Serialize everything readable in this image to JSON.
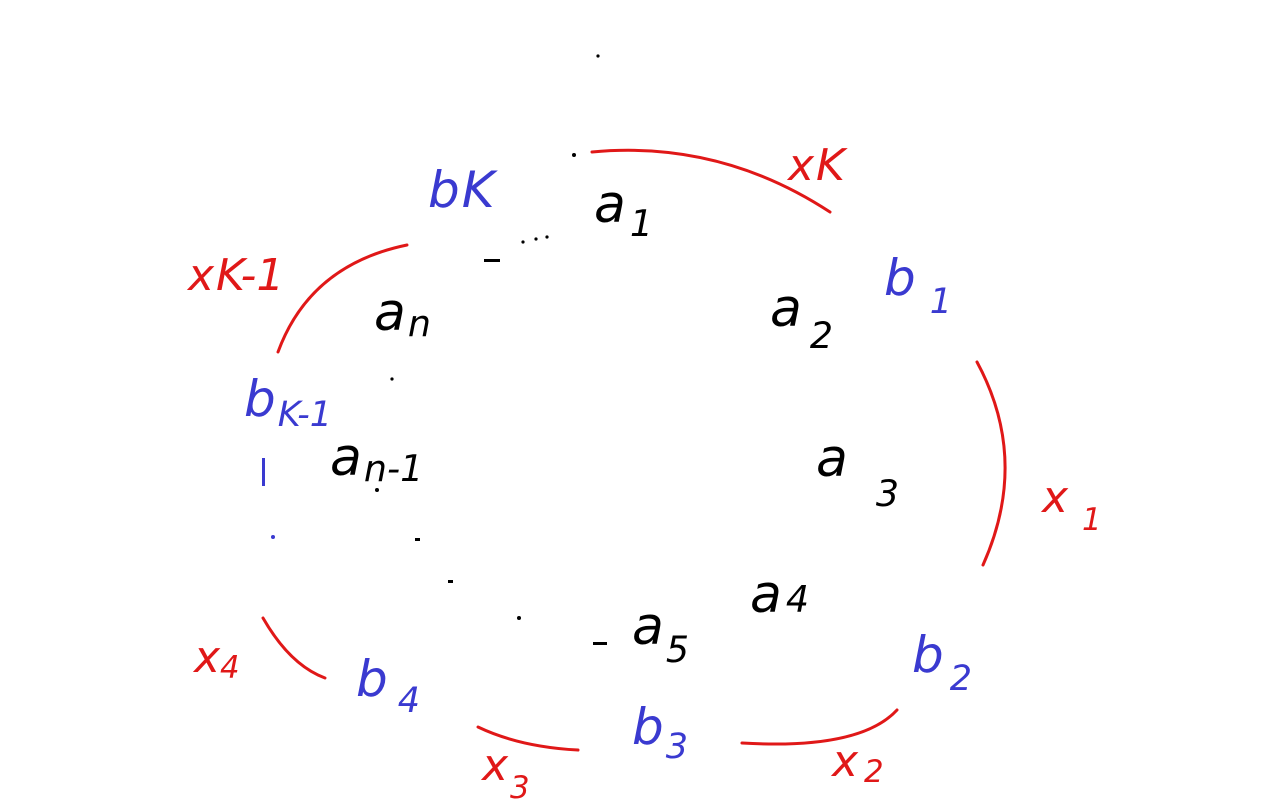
{
  "colors": {
    "a_labels": "#000000",
    "b_labels": "#3a3ad0",
    "x_labels": "#e01818",
    "arcs": "#e01818"
  },
  "a": [
    {
      "base": "a",
      "sub": "1"
    },
    {
      "base": "a",
      "sub": "2"
    },
    {
      "base": "a",
      "sub": "3"
    },
    {
      "base": "a",
      "sub": "4"
    },
    {
      "base": "a",
      "sub": "5"
    },
    {
      "base": "a",
      "sub": "n-1"
    },
    {
      "base": "a",
      "sub": "n"
    }
  ],
  "b": [
    {
      "base": "b",
      "sub": "K"
    },
    {
      "base": "b",
      "sub": "1"
    },
    {
      "base": "b",
      "sub": "2"
    },
    {
      "base": "b",
      "sub": "3"
    },
    {
      "base": "b",
      "sub": "4"
    },
    {
      "base": "b",
      "sub": "K-1"
    }
  ],
  "x": [
    {
      "base": "x",
      "sub": "K"
    },
    {
      "base": "x",
      "sub": "1"
    },
    {
      "base": "x",
      "sub": "2"
    },
    {
      "base": "x",
      "sub": "3"
    },
    {
      "base": "x",
      "sub": "4"
    },
    {
      "base": "x",
      "sub": "K-1"
    }
  ]
}
